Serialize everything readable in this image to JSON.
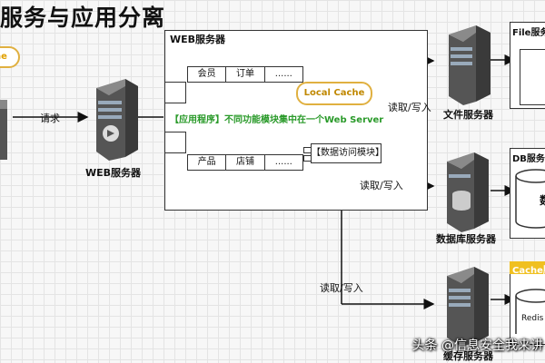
{
  "title": "服务与应用分离",
  "left_badge": "che",
  "web_box": {
    "title": "WEB服务器",
    "top_row": [
      "会员",
      "订单",
      "......"
    ],
    "bottom_row": [
      "产品",
      "店铺",
      "......"
    ],
    "local_cache": "Local Cache",
    "app_text": "【应用程序】不同功能模块集中在一个Web Server",
    "data_module": "【数据访问模块】"
  },
  "request_label": "请求",
  "web_server_label": "WEB服务器",
  "read_write_top": "读取/写入",
  "read_write_mid": "读取/写入",
  "read_write_bottom": "读取/写入",
  "file_server": {
    "label": "文件服务器",
    "panel_title": "File服务"
  },
  "db_server": {
    "label": "数据库服务器",
    "panel_title": "DB服务",
    "db_text": "数"
  },
  "cache_server": {
    "label": "缓存服务器",
    "panel_title": "Cache服",
    "redis": "Redis"
  },
  "watermark": "头条 @信息安全我来讲",
  "colors": {
    "green": "#2a9a2a",
    "gold": "#e0b040",
    "server_body": "#4a4a4a",
    "server_light": "#7a7a7a"
  }
}
